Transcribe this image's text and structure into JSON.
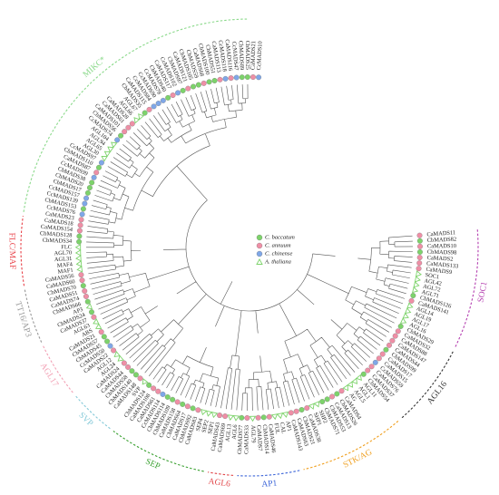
{
  "legend": [
    {
      "label": "C. baccatum",
      "color": "#7dd36b",
      "shape": "circle"
    },
    {
      "label": "C. annuum",
      "color": "#ef8fa6",
      "shape": "circle"
    },
    {
      "label": "C. chinense",
      "color": "#7fa7e8",
      "shape": "circle"
    },
    {
      "label": "A. thaliana",
      "color": "#7dd36b",
      "shape": "triangle"
    }
  ],
  "clades": [
    {
      "name": "FLC/MAF",
      "color": "#e8434a"
    },
    {
      "name": "MIKC*",
      "color": "#8ad98a"
    },
    {
      "name": "SOC1",
      "color": "#b43fb0"
    },
    {
      "name": "AGL16",
      "color": "#333333"
    },
    {
      "name": "STK/AG",
      "color": "#f0a020"
    },
    {
      "name": "AP1",
      "color": "#3a63d8"
    },
    {
      "name": "AGL6",
      "color": "#e2474a"
    },
    {
      "name": "SEP",
      "color": "#39a030"
    },
    {
      "name": "SVP",
      "color": "#84c9d8"
    },
    {
      "name": "AGL17",
      "color": "#f2a0b4"
    },
    {
      "name": "TT16/AP3",
      "color": "#999999"
    }
  ],
  "leaves": [
    [
      "CaMADS11",
      "a"
    ],
    [
      "CbMADS82",
      "b"
    ],
    [
      "CaMADS10",
      "a"
    ],
    [
      "CbMADS98",
      "b"
    ],
    [
      "CaMADS2",
      "a"
    ],
    [
      "CaMADS133",
      "a"
    ],
    [
      "CaMADS9",
      "a"
    ],
    [
      "SOC1",
      "t"
    ],
    [
      "AGL42",
      "t"
    ],
    [
      "AGL72",
      "t"
    ],
    [
      "AGL71",
      "t"
    ],
    [
      "CbMADS126",
      "b"
    ],
    [
      "CaMADS141",
      "a"
    ],
    [
      "AGL14",
      "t"
    ],
    [
      "AGL19",
      "t"
    ],
    [
      "AGL17",
      "t"
    ],
    [
      "AGL16",
      "t"
    ],
    [
      "CbMADS29",
      "b"
    ],
    [
      "CaMADS32",
      "a"
    ],
    [
      "CaMADS88",
      "a"
    ],
    [
      "CaMADS147",
      "a"
    ],
    [
      "CaMADS44",
      "a"
    ],
    [
      "CbMADS99",
      "b"
    ],
    [
      "CaMADS17",
      "a"
    ],
    [
      "CaMADS15",
      "a"
    ],
    [
      "CcMADS59",
      "c"
    ],
    [
      "CaMADS76",
      "a"
    ],
    [
      "CaMADS37",
      "a"
    ],
    [
      "CbMADS54",
      "b"
    ],
    [
      "AGL11",
      "t"
    ],
    [
      "AGL1",
      "t"
    ],
    [
      "AGL5",
      "t"
    ],
    [
      "AG",
      "t"
    ],
    [
      "CaMADS4",
      "a"
    ],
    [
      "CbMADS26",
      "b"
    ],
    [
      "CaMADS13",
      "a"
    ],
    [
      "CbMADS53",
      "b"
    ],
    [
      "CbMADS71",
      "b"
    ],
    [
      "SHP2",
      "t"
    ],
    [
      "SHP1",
      "t"
    ],
    [
      "CaMADS38",
      "a"
    ],
    [
      "CbMADS21",
      "b"
    ],
    [
      "CaMADS63",
      "a"
    ],
    [
      "CaMADS143",
      "a"
    ],
    [
      "AP1",
      "t"
    ],
    [
      "CAL",
      "t"
    ],
    [
      "FUL",
      "t"
    ],
    [
      "CaMADS46",
      "a"
    ],
    [
      "CbMADS14",
      "b"
    ],
    [
      "CaMADS7",
      "a"
    ],
    [
      "AGL79",
      "t"
    ],
    [
      "CaMADS33",
      "a"
    ],
    [
      "CbMADS77",
      "b"
    ],
    [
      "AGL6",
      "t"
    ],
    [
      "AGL13",
      "t"
    ],
    [
      "CaMADS69",
      "a"
    ],
    [
      "CaMADS43",
      "a"
    ],
    [
      "SEP1",
      "t"
    ],
    [
      "SEP2",
      "t"
    ],
    [
      "SEP4",
      "t"
    ],
    [
      "CaMADS83",
      "a"
    ],
    [
      "CbMADS92",
      "b"
    ],
    [
      "CaMADS17",
      "a"
    ],
    [
      "CbMADS64",
      "b"
    ],
    [
      "CaMADS158",
      "a"
    ],
    [
      "CbMADS109",
      "b"
    ],
    [
      "CbMADS114",
      "b"
    ],
    [
      "CcMADS114",
      "c"
    ],
    [
      "CaMADS61",
      "a"
    ],
    [
      "CaMADS108",
      "a"
    ],
    [
      "CbMADS124",
      "b"
    ],
    [
      "SVP",
      "t"
    ],
    [
      "CaMADS148",
      "a"
    ],
    [
      "CbMADS140",
      "b"
    ],
    [
      "CbMADS58",
      "b"
    ],
    [
      "CaMADS44",
      "a"
    ],
    [
      "CaMADS24",
      "a"
    ],
    [
      "AGL24",
      "t"
    ],
    [
      "AGL12",
      "t"
    ],
    [
      "CaMADS22",
      "a"
    ],
    [
      "CcMADS50",
      "c"
    ],
    [
      "CbMADS45",
      "b"
    ],
    [
      "CbMADS57",
      "b"
    ],
    [
      "CaMADS21",
      "a"
    ],
    [
      "ABS",
      "t"
    ],
    [
      "AGL63",
      "t"
    ],
    [
      "CaMADS37",
      "a"
    ],
    [
      "CbMADS24",
      "b"
    ],
    [
      "AP3",
      "t"
    ],
    [
      "CbMADS66",
      "b"
    ],
    [
      "CaMADS74",
      "a"
    ],
    [
      "CaMADS51",
      "a"
    ],
    [
      "CbMADS70",
      "b"
    ],
    [
      "CaMADS60",
      "a"
    ],
    [
      "CaMADS56",
      "a"
    ],
    [
      "MAF1",
      "t"
    ],
    [
      "MAF4",
      "t"
    ],
    [
      "AGL31",
      "t"
    ],
    [
      "AGL70",
      "t"
    ],
    [
      "FLC",
      "t"
    ],
    [
      "CbMADS34",
      "b"
    ],
    [
      "CbMADS128",
      "b"
    ],
    [
      "CaMADS154",
      "a"
    ],
    [
      "CaMADS18",
      "a"
    ],
    [
      "CaMADS23",
      "a"
    ],
    [
      "CcMADS76",
      "c"
    ],
    [
      "CbMADS153",
      "b"
    ],
    [
      "CcMADS139",
      "c"
    ],
    [
      "CcMADS157",
      "c"
    ],
    [
      "CbMADS17",
      "b"
    ],
    [
      "CbMADS20",
      "b"
    ],
    [
      "CbMADS38",
      "b"
    ],
    [
      "CcMADS99",
      "c"
    ],
    [
      "CaMADS87",
      "a"
    ],
    [
      "CbMADS110",
      "b"
    ],
    [
      "CcMADS97",
      "c"
    ],
    [
      "AGL30",
      "t"
    ],
    [
      "AGL65",
      "t"
    ],
    [
      "AGL94",
      "t"
    ],
    [
      "AGL104",
      "t"
    ],
    [
      "CcMADS74",
      "c"
    ],
    [
      "CbMADS56",
      "b"
    ],
    [
      "CaMADS101",
      "a"
    ],
    [
      "CaMADS61",
      "a"
    ],
    [
      "CaMADS28",
      "a"
    ],
    [
      "AGL66",
      "t"
    ],
    [
      "AGL67",
      "t"
    ],
    [
      "CbMADS35",
      "b"
    ],
    [
      "CaMADS115",
      "a"
    ],
    [
      "CcMADS84",
      "c"
    ],
    [
      "CcMADS90",
      "c"
    ],
    [
      "CcMADS78",
      "c"
    ],
    [
      "CbMADS40",
      "b"
    ],
    [
      "CaMADS117",
      "a"
    ],
    [
      "CcMADS102",
      "c"
    ],
    [
      "CbMADS97",
      "b"
    ],
    [
      "CaMADS121",
      "a"
    ],
    [
      "CbMADS105",
      "b"
    ],
    [
      "CbMADS59",
      "b"
    ],
    [
      "CaMADS68",
      "a"
    ],
    [
      "CbMADS100",
      "b"
    ],
    [
      "CbMADS51",
      "b"
    ],
    [
      "CaMADS113",
      "a"
    ],
    [
      "CcMADS118",
      "c"
    ],
    [
      "CaMADS116",
      "a"
    ],
    [
      "CcMADS47",
      "c"
    ],
    [
      "CbMADS89",
      "b"
    ],
    [
      "CbMADS25",
      "b"
    ],
    [
      "CaMADS21",
      "a"
    ],
    [
      "CcMADS10",
      "c"
    ]
  ]
}
